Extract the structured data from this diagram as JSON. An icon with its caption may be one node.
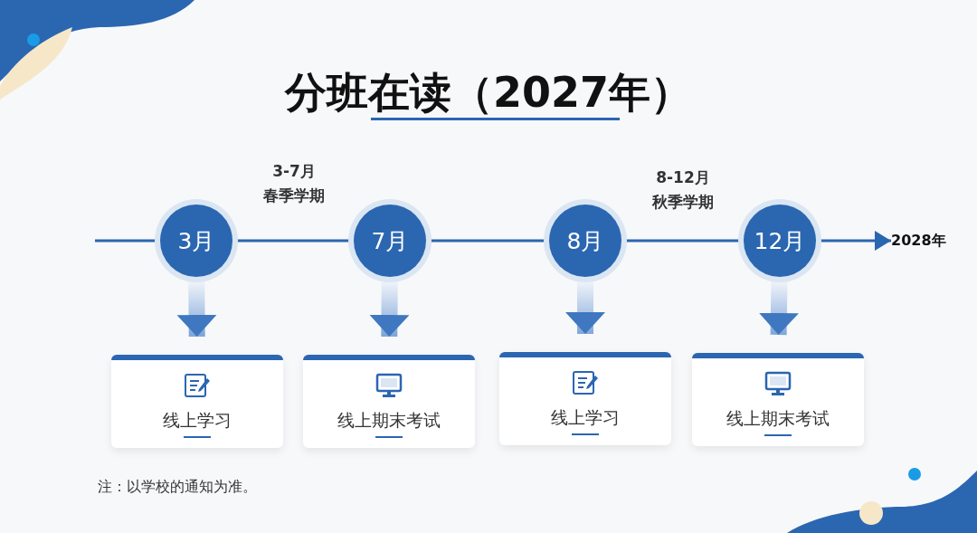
{
  "diagram": {
    "title": "分班在读（2027年）",
    "nodes": [
      {
        "text": [
          "3月"
        ]
      },
      {
        "text": [
          "7月"
        ]
      },
      {
        "text": [
          "8月"
        ]
      },
      {
        "text": [
          "12月"
        ]
      },
      {
        "text": [
          "2028年"
        ]
      },
      {
        "text": [
          "线上学习"
        ]
      },
      {
        "text": [
          "线上期末考试"
        ]
      },
      {
        "text": [
          "线上学习"
        ]
      },
      {
        "text": [
          "线上期末考试"
        ]
      }
    ],
    "edges": [
      {
        "from": null,
        "to": 0,
        "arrow": "none"
      },
      {
        "from": 0,
        "to": 1,
        "arrow": "none"
      },
      {
        "from": 1,
        "to": 2,
        "arrow": "none"
      },
      {
        "from": 2,
        "to": 3,
        "arrow": "none"
      },
      {
        "from": 3,
        "to": 4,
        "arrow": "to"
      },
      {
        "from": 0,
        "to": 5,
        "arrow": "to",
        "style": "thick"
      },
      {
        "from": 1,
        "to": 6,
        "arrow": "to",
        "style": "thick"
      },
      {
        "from": 2,
        "to": 7,
        "arrow": "to",
        "style": "thick"
      },
      {
        "from": 3,
        "to": 8,
        "arrow": "to",
        "style": "thick"
      }
    ],
    "labels": [
      "3-7月",
      "春季学期",
      "8-12月",
      "秋季学期",
      "注：以学校的通知为准。"
    ]
  }
}
